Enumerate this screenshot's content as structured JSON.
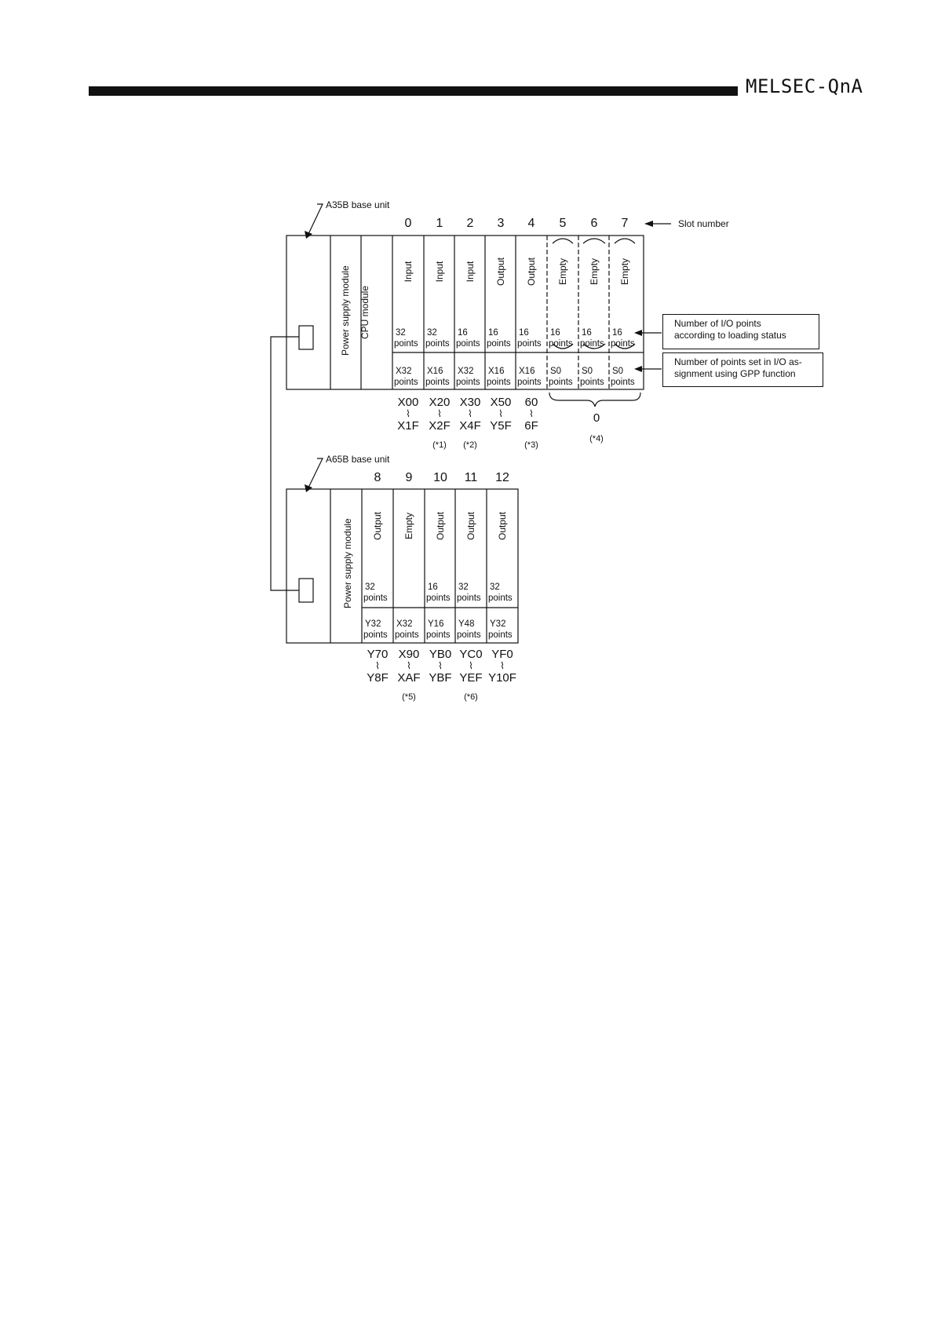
{
  "header": {
    "title": "MELSEC-QnA"
  },
  "a35b": {
    "label": "A35B base unit",
    "slot_number_label": "Slot number",
    "power_label": "Power supply module",
    "cpu_label": "CPU module",
    "slots": [
      {
        "num": "0",
        "type": "Input",
        "load1": "32",
        "load2": "points",
        "gpp1": "X32",
        "gpp2": "points",
        "addr1": "X00",
        "addr2": "X1F",
        "note": ""
      },
      {
        "num": "1",
        "type": "Input",
        "load1": "32",
        "load2": "points",
        "gpp1": "X16",
        "gpp2": "points",
        "addr1": "X20",
        "addr2": "X2F",
        "note": "(*1)"
      },
      {
        "num": "2",
        "type": "Input",
        "load1": "16",
        "load2": "points",
        "gpp1": "X32",
        "gpp2": "points",
        "addr1": "X30",
        "addr2": "X4F",
        "note": "(*2)"
      },
      {
        "num": "3",
        "type": "Output",
        "load1": "16",
        "load2": "points",
        "gpp1": "X16",
        "gpp2": "points",
        "addr1": "X50",
        "addr2": "Y5F",
        "note": ""
      },
      {
        "num": "4",
        "type": "Output",
        "load1": "16",
        "load2": "points",
        "gpp1": "X16",
        "gpp2": "points",
        "addr1": "60",
        "addr2": "6F",
        "note": "(*3)"
      },
      {
        "num": "5",
        "type": "Empty",
        "load1": "16",
        "load2": "points",
        "gpp1": "S0",
        "gpp2": "points"
      },
      {
        "num": "6",
        "type": "Empty",
        "load1": "16",
        "load2": "points",
        "gpp1": "S0",
        "gpp2": "points"
      },
      {
        "num": "7",
        "type": "Empty",
        "load1": "16",
        "load2": "points",
        "gpp1": "S0",
        "gpp2": "points"
      }
    ],
    "empty_group_addr": "0",
    "empty_group_note": "(*4)",
    "callout_loading": [
      "Number of I/O points",
      "according to loading status"
    ],
    "callout_gpp": [
      "Number of points set in I/O as-",
      "signment using GPP function"
    ]
  },
  "a65b": {
    "label": "A65B base unit",
    "power_label": "Power supply module",
    "slots": [
      {
        "num": "8",
        "type": "Output",
        "load1": "32",
        "load2": "points",
        "gpp1": "Y32",
        "gpp2": "points",
        "addr1": "Y70",
        "addr2": "Y8F",
        "note": ""
      },
      {
        "num": "9",
        "type": "Empty",
        "load1": "",
        "load2": "",
        "gpp1": "X32",
        "gpp2": "points",
        "addr1": "X90",
        "addr2": "XAF",
        "note": "(*5)"
      },
      {
        "num": "10",
        "type": "Output",
        "load1": "16",
        "load2": "points",
        "gpp1": "Y16",
        "gpp2": "points",
        "addr1": "YB0",
        "addr2": "YBF",
        "note": ""
      },
      {
        "num": "11",
        "type": "Output",
        "load1": "32",
        "load2": "points",
        "gpp1": "Y48",
        "gpp2": "points",
        "addr1": "YC0",
        "addr2": "YEF",
        "note": "(*6)"
      },
      {
        "num": "12",
        "type": "Output",
        "load1": "32",
        "load2": "points",
        "gpp1": "Y32",
        "gpp2": "points",
        "addr1": "YF0",
        "addr2": "Y10F",
        "note": ""
      }
    ]
  }
}
